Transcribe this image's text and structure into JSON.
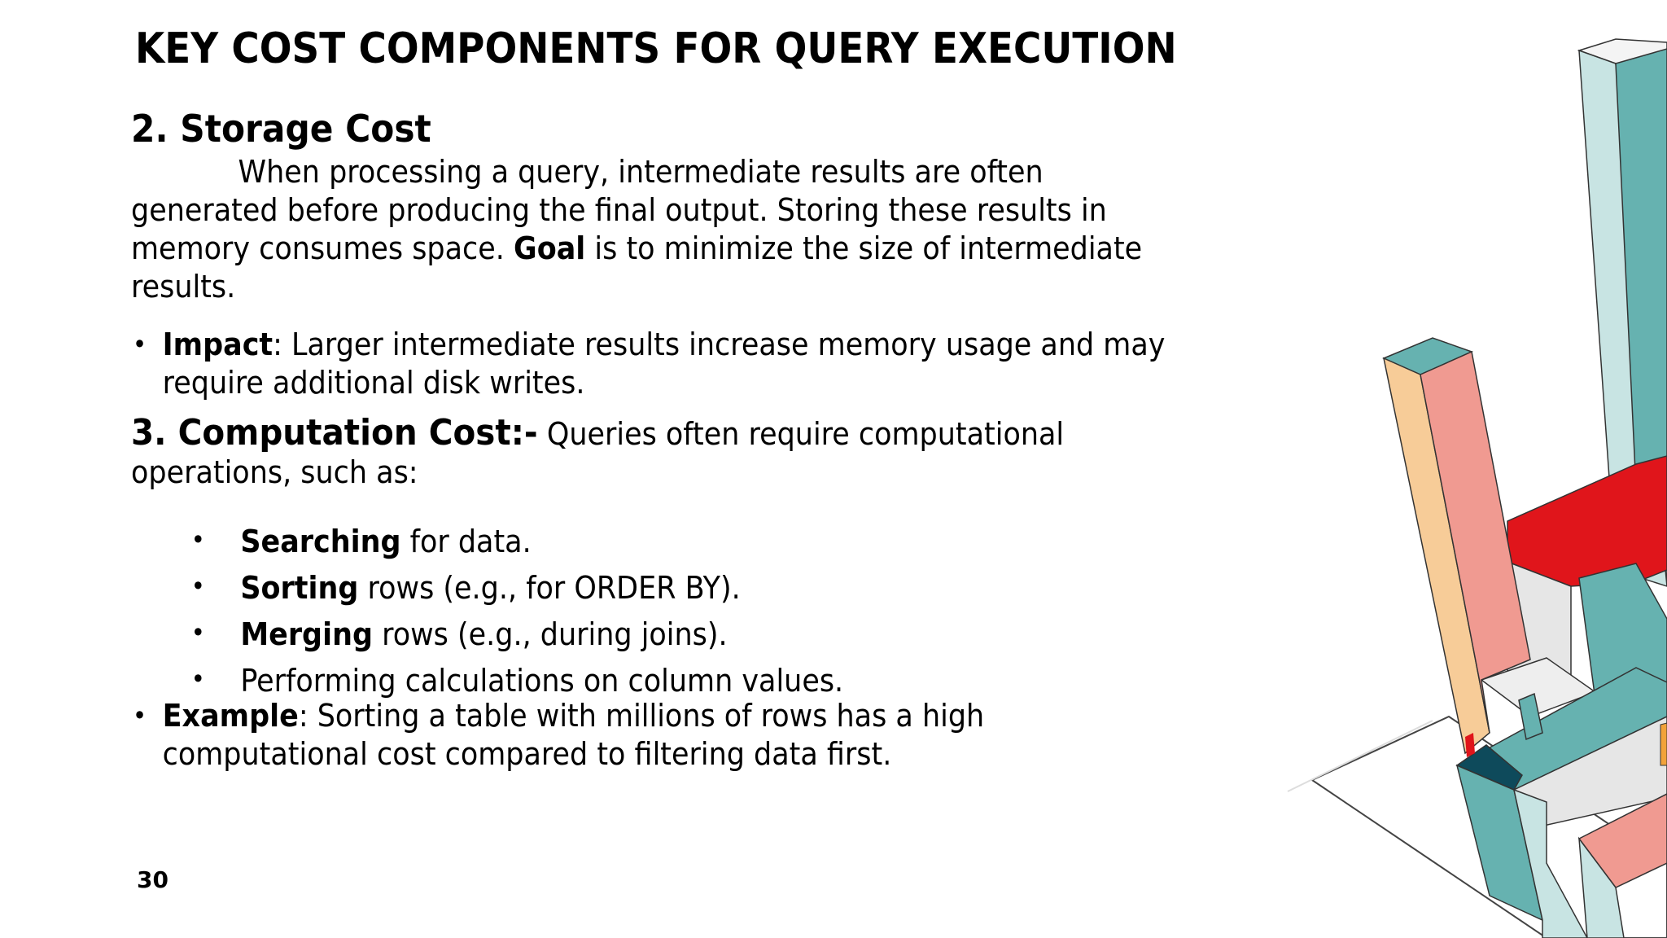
{
  "slide": {
    "title": "KEY COST COMPONENTS FOR QUERY EXECUTION",
    "page_number": "30"
  },
  "storage": {
    "heading": "2. Storage Cost",
    "para_part1": "When processing a query, intermediate results are often generated before  producing the final output. Storing these results in memory consumes space.  ",
    "goal_label": "Goal",
    "goal_text": " is to minimize the size of intermediate results.",
    "impact_label": "Impact",
    "impact_text": ": Larger intermediate results increase memory usage and may require additional disk writes."
  },
  "computation": {
    "heading": "3. Computation Cost:-",
    "intro": " Queries often require computational operations, such as:",
    "items": [
      {
        "bold": "Searching",
        "text": " for data."
      },
      {
        "bold": "Sorting",
        "text": " rows (e.g., for ORDER BY)."
      },
      {
        "bold": "Merging",
        "text": " rows (e.g., during joins)."
      },
      {
        "bold": "",
        "text": "Performing calculations on column values."
      }
    ],
    "example_label": "Example",
    "example_text": ": Sorting a table with millions of rows has a high computational cost compared to filtering data first."
  },
  "colors": {
    "teal": "#66b2b0",
    "light_teal": "#c8e4e3",
    "salmon": "#f09a91",
    "peach": "#f7cc98",
    "red": "#e0151b",
    "dark_teal": "#0e4a5b",
    "light_gray": "#e6e6e6",
    "orange": "#f2a23a"
  }
}
